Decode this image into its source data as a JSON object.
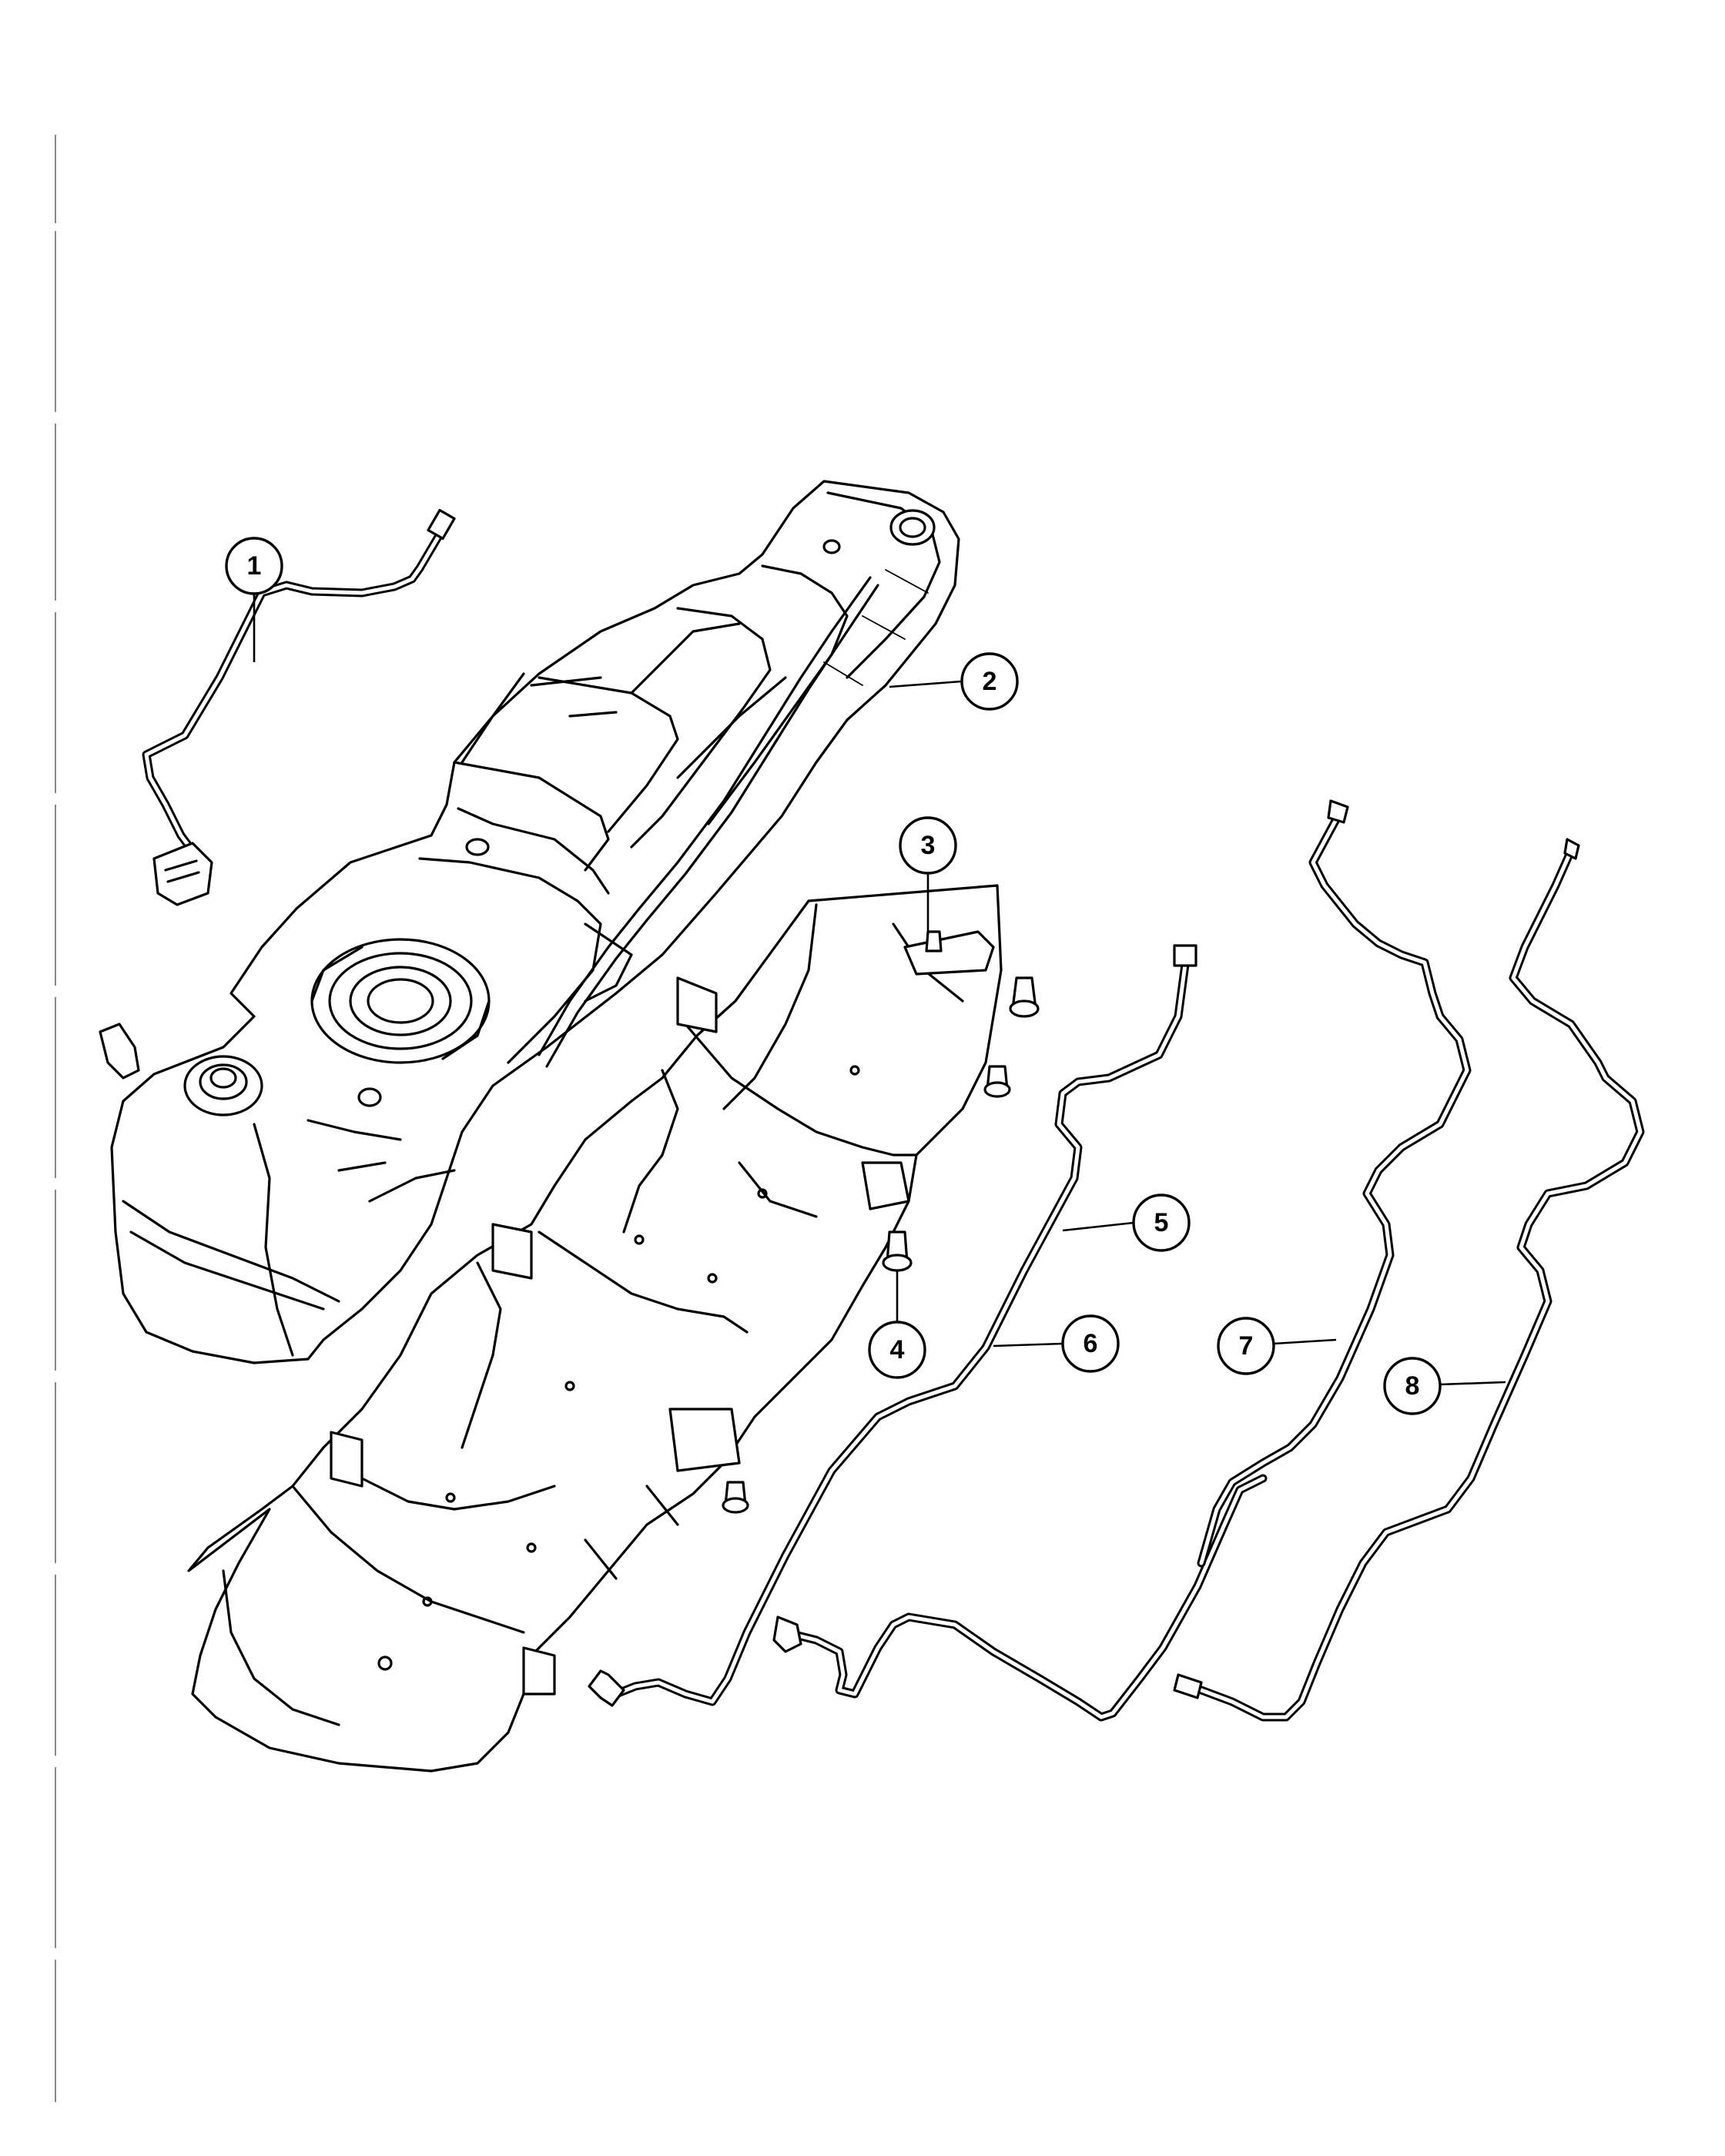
{
  "callouts": [
    {
      "number": "1",
      "part": "fuel-fill-tube"
    },
    {
      "number": "2",
      "part": "fuel-tank"
    },
    {
      "number": "3",
      "part": "fastener"
    },
    {
      "number": "4",
      "part": "fastener"
    },
    {
      "number": "5",
      "part": "fuel-line"
    },
    {
      "number": "6",
      "part": "fuel-line"
    },
    {
      "number": "7",
      "part": "fuel-line"
    },
    {
      "number": "8",
      "part": "fuel-line"
    }
  ]
}
